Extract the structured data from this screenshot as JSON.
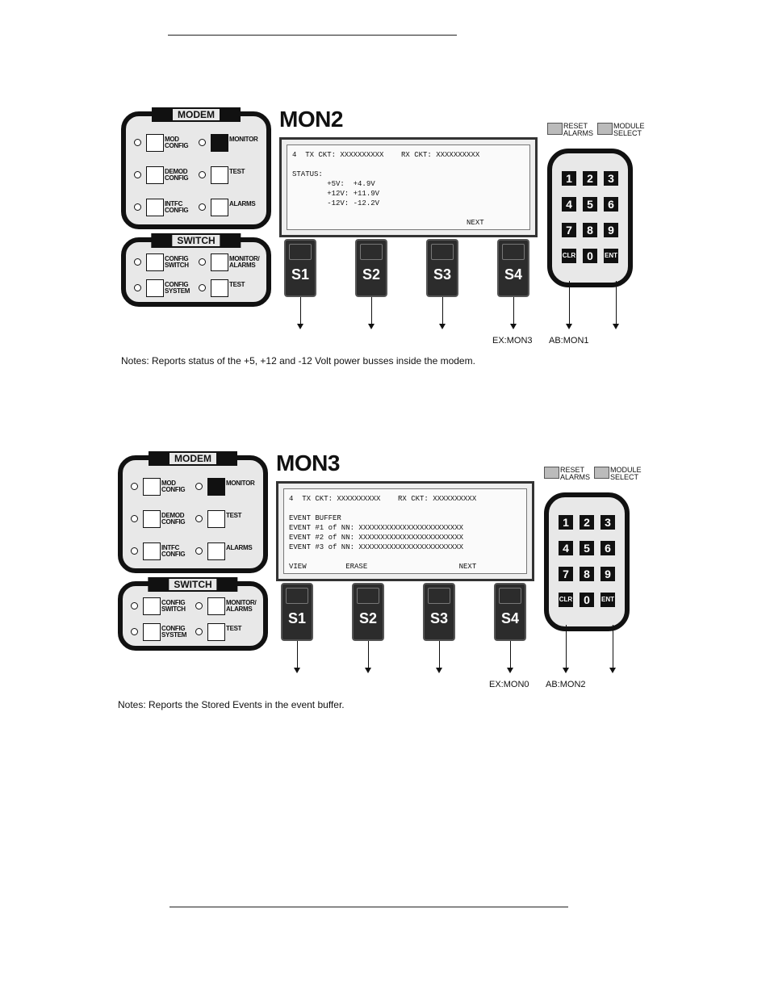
{
  "panels": [
    {
      "title": "MON2",
      "modem": {
        "title": "MODEM",
        "buttons": [
          {
            "label": "MOD\nCONFIG",
            "active": false
          },
          {
            "label": "MONITOR",
            "active": true
          },
          {
            "label": "DEMOD\nCONFIG",
            "active": false
          },
          {
            "label": "TEST",
            "active": false
          },
          {
            "label": "INTFC\nCONFIG",
            "active": false
          },
          {
            "label": "ALARMS",
            "active": false
          }
        ]
      },
      "switch": {
        "title": "SWITCH",
        "buttons": [
          {
            "label": "CONFIG\nSWITCH"
          },
          {
            "label": "MONITOR/\nALARMS"
          },
          {
            "label": "CONFIG\nSYSTEM"
          },
          {
            "label": "TEST"
          }
        ]
      },
      "display": {
        "lines": [
          "4  TX CKT: XXXXXXXXXX    RX CKT: XXXXXXXXXX",
          "",
          "STATUS:",
          "        +5V:  +4.9V",
          "        +12V: +11.9V",
          "        -12V: -12.2V",
          "",
          "                                        NEXT"
        ]
      },
      "softkeys": [
        "S1",
        "S2",
        "S3",
        "S4"
      ],
      "legend": {
        "reset": "RESET\nALARMS",
        "module": "MODULE\nSELECT"
      },
      "keypad": [
        "1",
        "2",
        "3",
        "4",
        "5",
        "6",
        "7",
        "8",
        "9",
        "CLR",
        "0",
        "ENT"
      ],
      "ex": "EX:MON3",
      "ab": "AB:MON1",
      "note": "Notes: Reports status of the +5, +12 and -12 Volt power busses inside the modem."
    },
    {
      "title": "MON3",
      "modem": {
        "title": "MODEM",
        "buttons": [
          {
            "label": "MOD\nCONFIG",
            "active": false
          },
          {
            "label": "MONITOR",
            "active": true
          },
          {
            "label": "DEMOD\nCONFIG",
            "active": false
          },
          {
            "label": "TEST",
            "active": false
          },
          {
            "label": "INTFC\nCONFIG",
            "active": false
          },
          {
            "label": "ALARMS",
            "active": false
          }
        ]
      },
      "switch": {
        "title": "SWITCH",
        "buttons": [
          {
            "label": "CONFIG\nSWITCH"
          },
          {
            "label": "MONITOR/\nALARMS"
          },
          {
            "label": "CONFIG\nSYSTEM"
          },
          {
            "label": "TEST"
          }
        ]
      },
      "display": {
        "lines": [
          "4  TX CKT: XXXXXXXXXX    RX CKT: XXXXXXXXXX",
          "",
          "EVENT BUFFER",
          "EVENT #1 of NN: XXXXXXXXXXXXXXXXXXXXXXXX",
          "EVENT #2 of NN: XXXXXXXXXXXXXXXXXXXXXXXX",
          "EVENT #3 of NN: XXXXXXXXXXXXXXXXXXXXXXXX",
          "",
          "VIEW         ERASE                     NEXT"
        ]
      },
      "softkeys": [
        "S1",
        "S2",
        "S3",
        "S4"
      ],
      "legend": {
        "reset": "RESET\nALARMS",
        "module": "MODULE\nSELECT"
      },
      "keypad": [
        "1",
        "2",
        "3",
        "4",
        "5",
        "6",
        "7",
        "8",
        "9",
        "CLR",
        "0",
        "ENT"
      ],
      "ex": "EX:MON0",
      "ab": "AB:MON2",
      "note": "Notes: Reports the Stored Events in the event buffer."
    }
  ]
}
